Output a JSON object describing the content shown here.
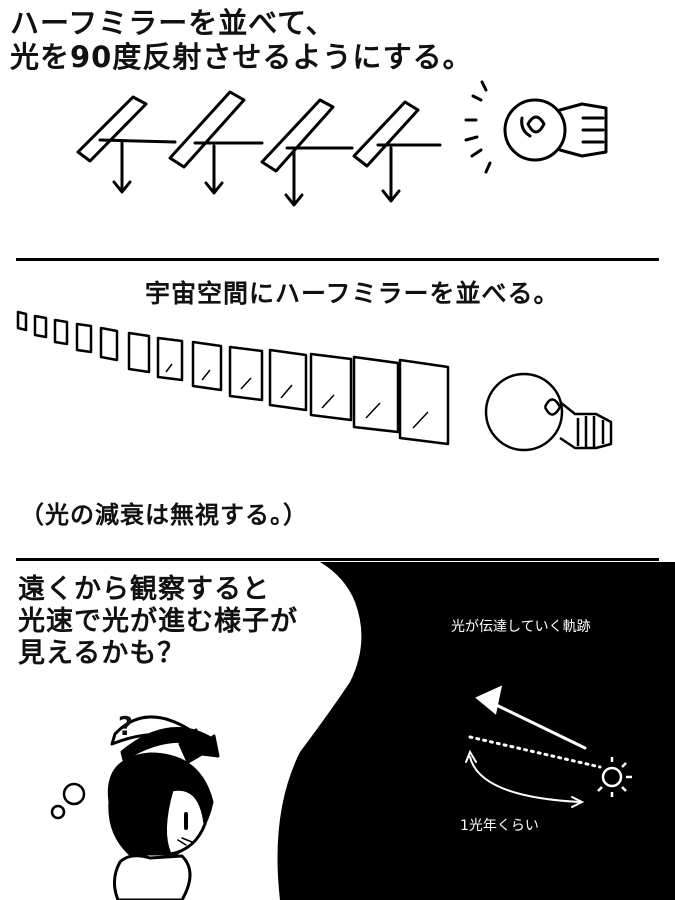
{
  "panel1": {
    "caption": "ハーフミラーを並べて、\n光を90度反射させるようにする。"
  },
  "panel2": {
    "caption": "宇宙空間にハーフミラーを並べる。",
    "note": "（光の減衰は無視する。）"
  },
  "panel3": {
    "speech": "遠くから観察すると\n光速で光が進む様子が\n見えるかも？",
    "trail_label": "光が伝達していく軌跡",
    "distance_label": "1光年くらい",
    "thought_mark": "?"
  }
}
